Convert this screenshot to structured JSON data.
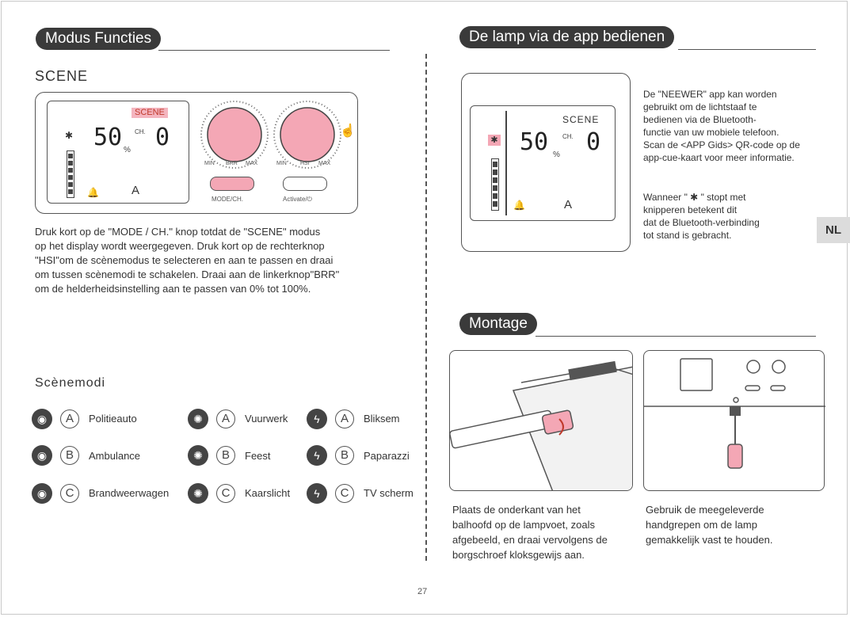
{
  "left": {
    "section_title": "Modus Functies",
    "scene_heading": "SCENE",
    "display": {
      "scene_badge": "SCENE",
      "value": "50",
      "percent": "%",
      "ch_label": "CH.",
      "ch_value": "0",
      "mode_letter": "A",
      "bluetooth_glyph": "✱",
      "knob1_labels": [
        "MIN",
        "BRR",
        "MAX"
      ],
      "knob2_labels": [
        "MIN",
        "HSI",
        "MAX"
      ],
      "mode_button_label": "MODE/CH.",
      "activate_button_label": "Activate/⏻"
    },
    "instructions": [
      "Druk kort op de \"MODE / CH.\" knop totdat de \"SCENE\" modus",
      "op het display wordt weergegeven. Druk kort op de rechterknop",
      "\"HSI\"om de scènemodus te selecteren en aan te passen en draai",
      "om tussen scènemodi te schakelen. Draai aan de linkerknop\"BRR\"",
      "om de helderheidsinstelling aan te passen van 0% tot 100%."
    ],
    "scene_modes_heading": "Scènemodi",
    "modes": [
      {
        "icon": "siren-icon",
        "letter": "A",
        "label": "Politieauto"
      },
      {
        "icon": "firework-icon",
        "letter": "A",
        "label": "Vuurwerk"
      },
      {
        "icon": "lightning-icon",
        "letter": "A",
        "label": "Bliksem"
      },
      {
        "icon": "siren-icon",
        "letter": "B",
        "label": "Ambulance"
      },
      {
        "icon": "firework-icon",
        "letter": "B",
        "label": "Feest"
      },
      {
        "icon": "lightning-icon",
        "letter": "B",
        "label": "Paparazzi"
      },
      {
        "icon": "siren-icon",
        "letter": "C",
        "label": "Brandweerwagen"
      },
      {
        "icon": "firework-icon",
        "letter": "C",
        "label": "Kaarslicht"
      },
      {
        "icon": "lightning-icon",
        "letter": "C",
        "label": "TV scherm"
      }
    ]
  },
  "right": {
    "app_title": "De lamp via de app bedienen",
    "app_display": {
      "scene_label": "SCENE",
      "value": "50",
      "percent": "%",
      "ch_label": "CH.",
      "ch_value": "0",
      "mode_letter": "A"
    },
    "app_text": [
      "De \"NEEWER\" app kan worden",
      "gebruikt om de lichtstaaf te",
      "bedienen via de Bluetooth-",
      "functie van uw mobiele telefoon.",
      "Scan de <APP Gids> QR-code op de",
      "app-cue-kaart voor meer informatie."
    ],
    "bt_text": [
      "Wanneer \" ✱ \" stopt met",
      "knipperen betekent dit",
      "dat de Bluetooth-verbinding",
      "tot stand is gebracht."
    ],
    "nl_tab": "NL",
    "montage_title": "Montage",
    "caption_left": [
      "Plaats de onderkant van het",
      "balhoofd op de lampvoet, zoals",
      "afgebeeld, en draai vervolgens de",
      "borgschroef kloksgewijs aan."
    ],
    "caption_right": [
      "Gebruik de meegeleverde",
      "handgrepen om de lamp",
      "gemakkelijk vast te houden."
    ]
  },
  "page_number": "27",
  "colors": {
    "accent_pink": "#f4a7b5",
    "dark": "#3a3a3a"
  }
}
